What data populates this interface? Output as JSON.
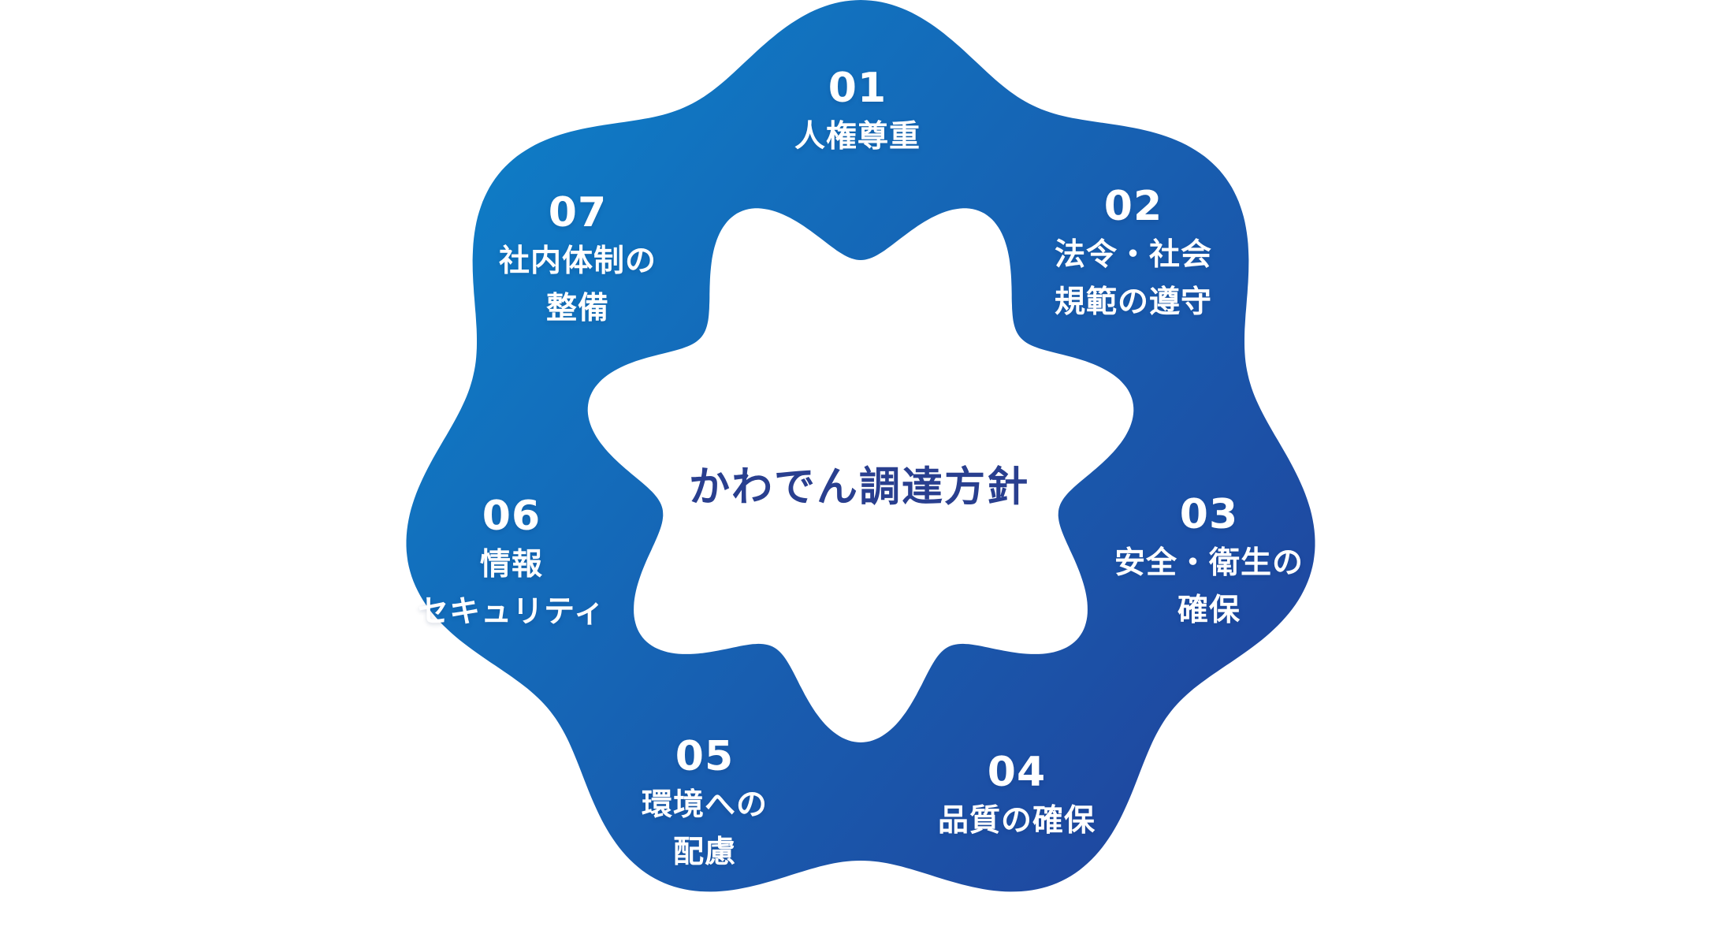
{
  "title": "かわでん調達方針",
  "items": [
    {
      "number": "01",
      "lines": [
        "人権尊重"
      ]
    },
    {
      "number": "02",
      "lines": [
        "法令・社会",
        "規範の遵守"
      ]
    },
    {
      "number": "03",
      "lines": [
        "安全・衛生の",
        "確保"
      ]
    },
    {
      "number": "04",
      "lines": [
        "品質の確保"
      ]
    },
    {
      "number": "05",
      "lines": [
        "環境への",
        "配慮"
      ]
    },
    {
      "number": "06",
      "lines": [
        "情報",
        "セキュリティ"
      ]
    },
    {
      "number": "07",
      "lines": [
        "社内体制の",
        "整備"
      ]
    }
  ],
  "colors": {
    "gradient_start": "#0D80C9",
    "gradient_end": "#21419B",
    "title_text": "#293F8F",
    "item_text": "#FFFFFF",
    "background": "#FFFFFF"
  }
}
